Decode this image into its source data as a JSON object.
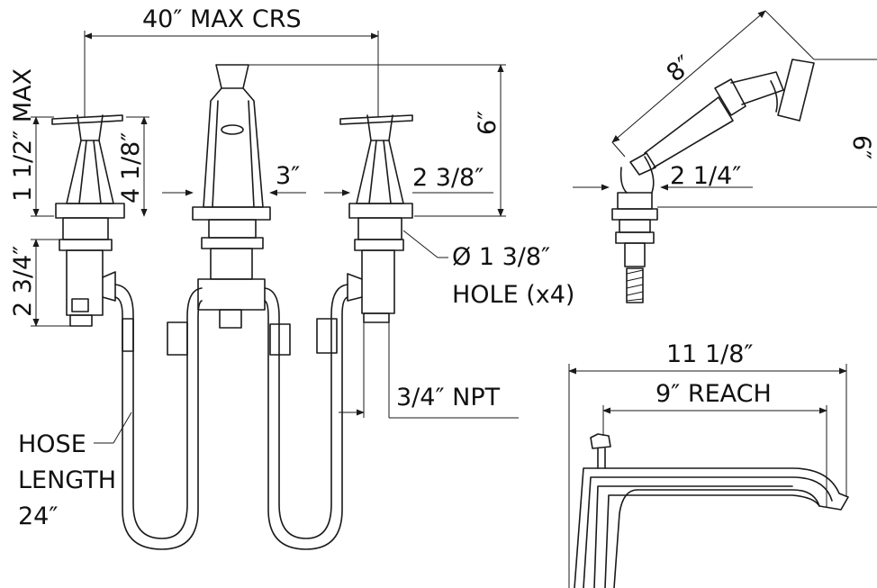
{
  "dimensions": {
    "max_centers": "40″ MAX CRS",
    "handle_height": "1 1/2″ MAX",
    "valve_height": "4 1/8″",
    "spout_height": "6″",
    "spout_base": "3″",
    "handle_base": "2 3/8″",
    "hole": "Ø 1 3/8″",
    "hole_count": "HOLE (x4)",
    "shank": "2 3/4″",
    "npt": "3/4″ NPT",
    "hose_label_1": "HOSE",
    "hose_label_2": "LENGTH",
    "hose_label_3": "24″",
    "handshower_length": "8″",
    "handshower_base": "2 1/4″",
    "handshower_height": "6″",
    "spout_overall": "11 1/8″",
    "spout_reach": "9″ REACH"
  }
}
